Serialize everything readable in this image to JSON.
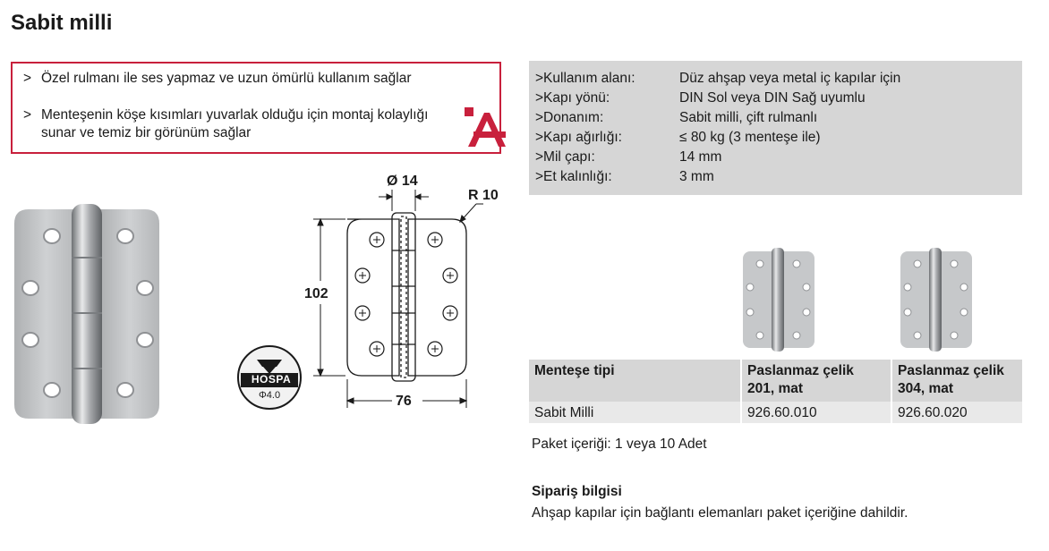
{
  "title": "Sabit milli",
  "features": [
    {
      "bullet": ">",
      "text": "Özel rulmanı ile ses yapmaz ve uzun ömürlü kullanım sağlar"
    },
    {
      "bullet": ">",
      "text": "Menteşenin köşe kısımları yuvarlak olduğu için montaj kolaylığı sunar ve temiz bir görünüm sağlar"
    }
  ],
  "specs": [
    {
      "key": ">Kullanım alanı:",
      "value": "Düz ahşap veya metal iç kapılar için"
    },
    {
      "key": ">Kapı yönü:",
      "value": "DIN Sol veya DIN Sağ uyumlu"
    },
    {
      "key": ">Donanım:",
      "value": "Sabit milli, çift rulmanlı"
    },
    {
      "key": ">Kapı ağırlığı:",
      "value": "≤ 80 kg (3 menteşe ile)"
    },
    {
      "key": ">Mil çapı:",
      "value": "14 mm"
    },
    {
      "key": ">Et kalınlığı:",
      "value": "3 mm"
    }
  ],
  "drawing": {
    "pin_diameter": "Ø 14",
    "corner_radius": "R 10",
    "height": "102",
    "width": "76"
  },
  "hospa_badge": {
    "brand": "HOSPA",
    "size": "4.0",
    "size_symbol": "Φ"
  },
  "table": {
    "headers": [
      "Menteşe tipi",
      "Paslanmaz çelik 201, mat",
      "Paslanmaz çelik 304, mat"
    ],
    "rows": [
      [
        "Sabit Milli",
        "926.60.010",
        "926.60.020"
      ]
    ]
  },
  "package_info": "Paket içeriği: 1 veya 10 Adet",
  "order": {
    "heading": "Sipariş bilgisi",
    "text": "Ahşap kapılar için bağlantı elemanları paket içeriğine dahildir."
  },
  "colors": {
    "accent": "#c8203c",
    "panel": "#d6d6d6",
    "row": "#e9e9e9"
  }
}
